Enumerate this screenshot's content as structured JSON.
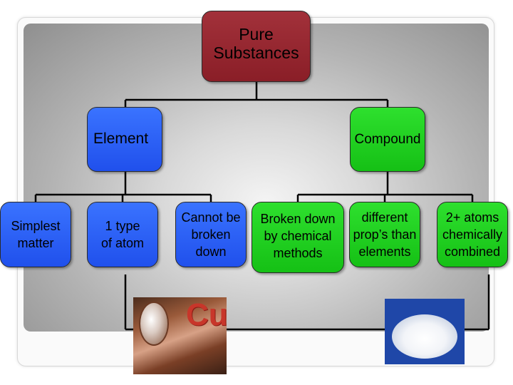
{
  "diagram": {
    "root": {
      "lines": [
        "Pure",
        "Substances"
      ]
    },
    "element": {
      "label": "Element"
    },
    "compound": {
      "label": "Compound"
    },
    "element_children": [
      {
        "lines": [
          "Simplest",
          "matter"
        ]
      },
      {
        "lines": [
          "1 type",
          "of atom"
        ]
      },
      {
        "lines": [
          "Cannot be",
          "broken",
          "down"
        ]
      }
    ],
    "compound_children": [
      {
        "lines": [
          "Broken down",
          "by",
          "chemical",
          "methods"
        ]
      },
      {
        "lines": [
          "different",
          "prop’s than",
          "elements"
        ]
      },
      {
        "lines": [
          "2+ atoms",
          "chemically",
          "combined"
        ]
      }
    ],
    "photo_cu": {
      "symbol": "Cu"
    }
  },
  "colors": {
    "root": "#8a1e27",
    "element": "#2050ec",
    "compound": "#15c015",
    "connector": "#000000"
  },
  "images": {
    "copper_photo": "copper-foil-roll-photo",
    "salt_photo": "white-crystal-mound-photo"
  }
}
